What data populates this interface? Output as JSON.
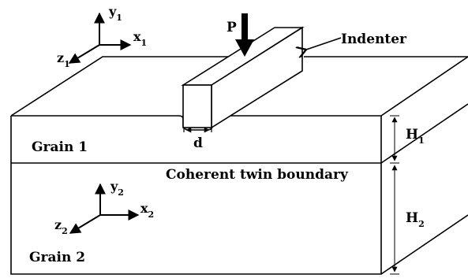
{
  "diagram": {
    "labels": {
      "force": "P",
      "indenter": "Indenter",
      "width": "d",
      "grain1": "Grain 1",
      "grain2": "Grain 2",
      "boundary": "Coherent twin boundary"
    },
    "axes_top": {
      "y_base": "y",
      "y_sub": "1",
      "x_base": "x",
      "x_sub": "1",
      "z_base": "z",
      "z_sub": "1"
    },
    "axes_bottom": {
      "y_base": "y",
      "y_sub": "2",
      "x_base": "x",
      "x_sub": "2",
      "z_base": "z",
      "z_sub": "2"
    },
    "heights": {
      "h1_base": "H",
      "h1_sub": "1",
      "h2_base": "H",
      "h2_sub": "2"
    }
  }
}
